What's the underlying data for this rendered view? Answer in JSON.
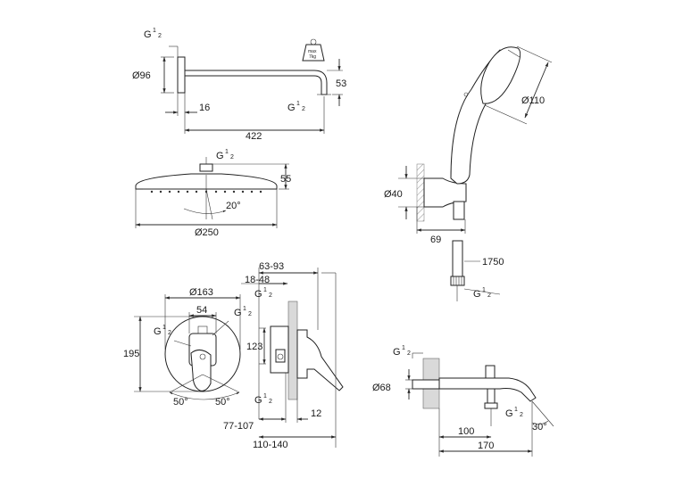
{
  "dimensions": {
    "head_thread": {
      "main": "G",
      "num": "1",
      "den": "2"
    },
    "head_diameter": "Ø96",
    "arm_offset": "16",
    "arm_length": "422",
    "arm_drop": "53",
    "arm_thread": {
      "main": "G",
      "num": "1",
      "den": "2"
    },
    "weight_label_top": "max",
    "weight_label_bottom": "7kg",
    "showerhead_thread": {
      "main": "G",
      "num": "1",
      "den": "2"
    },
    "showerhead_height": "55",
    "showerhead_angle": "20°",
    "showerhead_diameter": "Ø250",
    "handshower_diameter": "Ø110",
    "holder_diameter": "Ø40",
    "holder_depth": "69",
    "hose_length": "1750",
    "hose_thread": {
      "main": "G",
      "num": "1",
      "den": "2"
    },
    "mixer_outer_diameter": "Ø163",
    "mixer_inner_width": "54",
    "mixer_height": "195",
    "mixer_thread_left": {
      "main": "G",
      "num": "1",
      "den": "2"
    },
    "mixer_thread_top": {
      "main": "G",
      "num": "1",
      "den": "2"
    },
    "mixer_thread_bottom": {
      "main": "G",
      "num": "1",
      "den": "2"
    },
    "mixer_angle_left": "50°",
    "mixer_angle_right": "50°",
    "wall_range_outer": "63-93",
    "wall_range_inner": "18-48",
    "body_height": "123",
    "install_depth_a": "77-107",
    "install_depth_b": "110-140",
    "cover_depth": "12",
    "spout_thread": {
      "main": "G",
      "num": "1",
      "den": "2"
    },
    "spout_diameter": "Ø68",
    "spout_thread_bottom": {
      "main": "G",
      "num": "1",
      "den": "2"
    },
    "spout_length_a": "100",
    "spout_length_b": "170",
    "spout_angle": "30°"
  }
}
